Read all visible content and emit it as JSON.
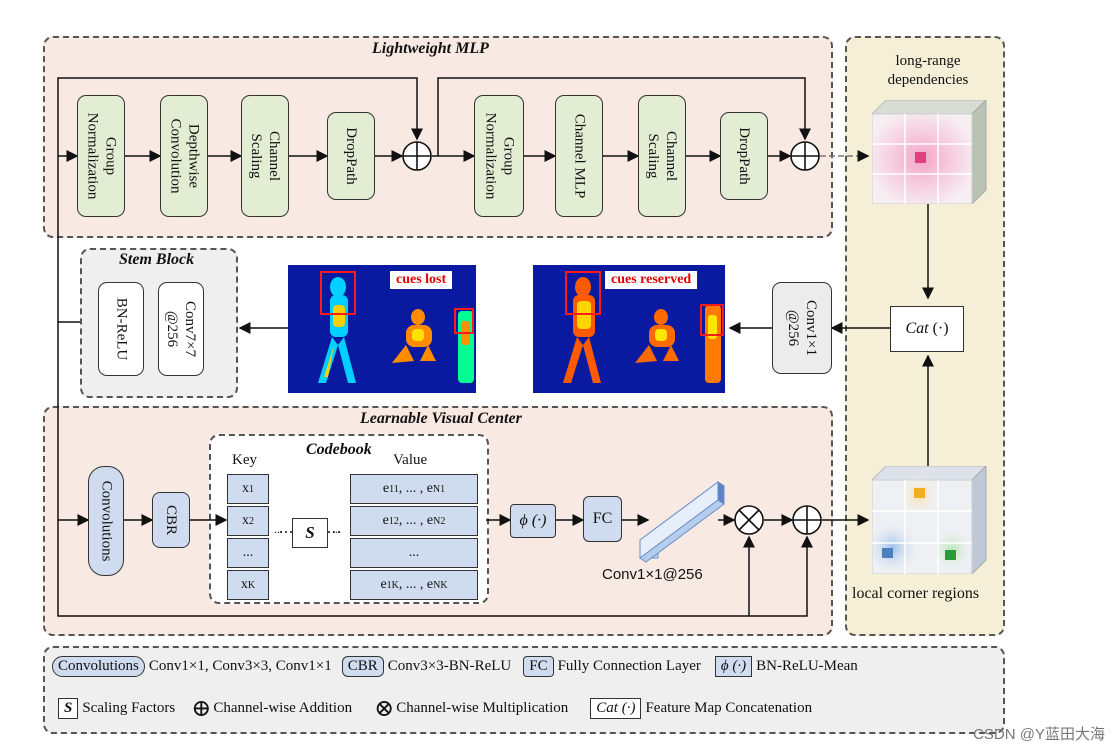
{
  "lightweight_mlp": {
    "title": "Lightweight MLP",
    "blocks": [
      "Group\nNormalization",
      "Depthwise\nConvolution",
      "Channel\nScaling",
      "DropPath",
      "Group\nNormalization",
      "Channel MLP",
      "Channel\nScaling",
      "DropPath"
    ]
  },
  "stem_block": {
    "title": "Stem Block",
    "blocks": [
      "BN-ReLU",
      "Conv7×7\n@256"
    ]
  },
  "thermal_images": {
    "left_tag": "cues lost",
    "right_tag": "cues reserved"
  },
  "conv_out": "Conv1×1\n@256",
  "cat_label": "Cat",
  "cat_suffix": "(·)",
  "long_range_label": "long-range\ndependencies",
  "local_corner_label": "local corner regions",
  "lvc": {
    "title": "Learnable Visual Center",
    "convolutions": "Convolutions",
    "cbr": "CBR",
    "codebook_title": "Codebook",
    "key_header": "Key",
    "value_header": "Value",
    "keys": [
      {
        "base": "x",
        "sub": "1"
      },
      {
        "base": "x",
        "sub": "2"
      },
      {
        "base": "...",
        "sub": ""
      },
      {
        "base": "x",
        "sub": "K"
      }
    ],
    "values": [
      {
        "a": "e",
        "as": "11",
        "mid": ", ... , ",
        "b": "e",
        "bs": "N1"
      },
      {
        "a": "e",
        "as": "12",
        "mid": ", ... , ",
        "b": "e",
        "bs": "N2"
      },
      {
        "a": "...",
        "as": "",
        "mid": "",
        "b": "",
        "bs": ""
      },
      {
        "a": "e",
        "as": "1K",
        "mid": ", ... , ",
        "b": "e",
        "bs": "NK"
      }
    ],
    "scaling": "S",
    "dots": "...",
    "phi": "ϕ (·)",
    "fc": "FC",
    "conv_caption": "Conv1×1@256"
  },
  "legend": {
    "row1": [
      {
        "box": "Convolutions",
        "text": "Conv1×1, Conv3×3, Conv1×1"
      },
      {
        "box": "CBR",
        "text": "Conv3×3-BN-ReLU"
      },
      {
        "box": "FC",
        "text": "Fully Connection Layer"
      },
      {
        "box": "ϕ (·)",
        "text": "BN-ReLU-Mean"
      }
    ],
    "row2": [
      {
        "box": "S",
        "text": "Scaling Factors"
      },
      {
        "box": "⊕",
        "text": "Channel-wise Addition"
      },
      {
        "box": "⊗",
        "text": "Channel-wise Multiplication"
      },
      {
        "box": "Cat (·)",
        "text": "Feature Map Concatenation"
      }
    ]
  },
  "watermark": "CSDN @Y蓝田大海",
  "colors": {
    "mlp_bg": "#f8e9e3",
    "side_bg": "#f6efd8",
    "stem_bg": "#efefef",
    "green": "#e2edd3",
    "blue": "#cfdcf0"
  }
}
